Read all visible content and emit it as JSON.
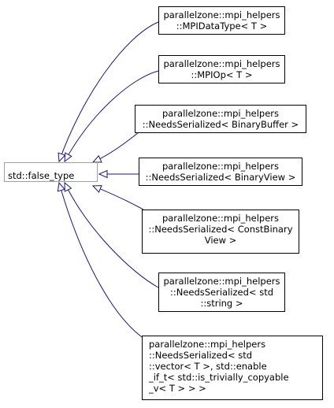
{
  "diagram": {
    "base": {
      "label": "std::false_type"
    },
    "derived": [
      {
        "lines": [
          "parallelzone::mpi_helpers",
          "::MPIDataType< T >"
        ]
      },
      {
        "lines": [
          "parallelzone::mpi_helpers",
          "::MPIOp< T >"
        ]
      },
      {
        "lines": [
          "parallelzone::mpi_helpers",
          "::NeedsSerialized< BinaryBuffer >"
        ]
      },
      {
        "lines": [
          "parallelzone::mpi_helpers",
          "::NeedsSerialized< BinaryView >"
        ]
      },
      {
        "lines": [
          "parallelzone::mpi_helpers",
          "::NeedsSerialized< ConstBinary",
          "View >"
        ]
      },
      {
        "lines": [
          "parallelzone::mpi_helpers",
          "::NeedsSerialized< std",
          "::string >"
        ]
      },
      {
        "lines": [
          "parallelzone::mpi_helpers",
          "::NeedsSerialized< std",
          "::vector< T >, std::enable",
          "_if_t< std::is_trivially_copyable",
          "_v< T > > >"
        ]
      }
    ],
    "colors": {
      "edge": "#191970",
      "base_border": "#a0a0a0",
      "node_border": "#000000",
      "background": "#ffffff"
    }
  }
}
